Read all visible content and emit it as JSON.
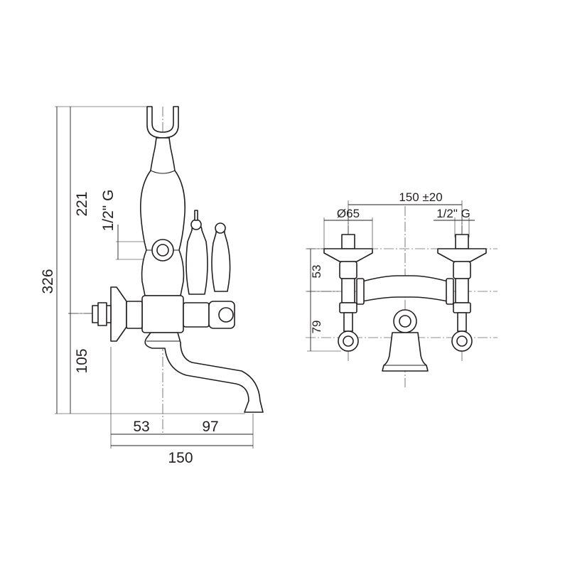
{
  "side_view": {
    "dim_total_height": "326",
    "dim_upper_height": "221",
    "dim_lower_height": "105",
    "dim_thread": "1/2\" G",
    "dim_wall_to_axis": "53",
    "dim_axis_to_spout": "97",
    "dim_total_projection": "150"
  },
  "front_view": {
    "dim_centers": "150 ±20",
    "dim_diameter": "Ø65",
    "dim_thread": "1/2\" G",
    "dim_upper": "53",
    "dim_lower": "79"
  }
}
